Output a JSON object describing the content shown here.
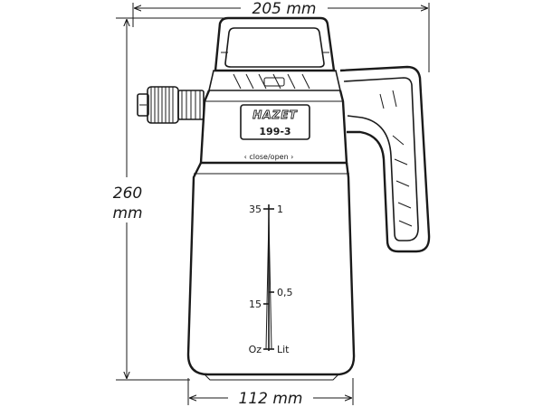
{
  "dimensions": {
    "width": "205 mm",
    "height_value": "260",
    "height_unit": "mm",
    "base": "112 mm"
  },
  "label": {
    "brand": "HAZET",
    "model": "199-3"
  },
  "valve_text": "‹ close/open ›",
  "scale": {
    "left": [
      "35",
      "15",
      "Oz"
    ],
    "right": [
      "1",
      "0,5",
      "Lit"
    ]
  },
  "icons": {
    "sprayer": "pump-sprayer-outline"
  }
}
